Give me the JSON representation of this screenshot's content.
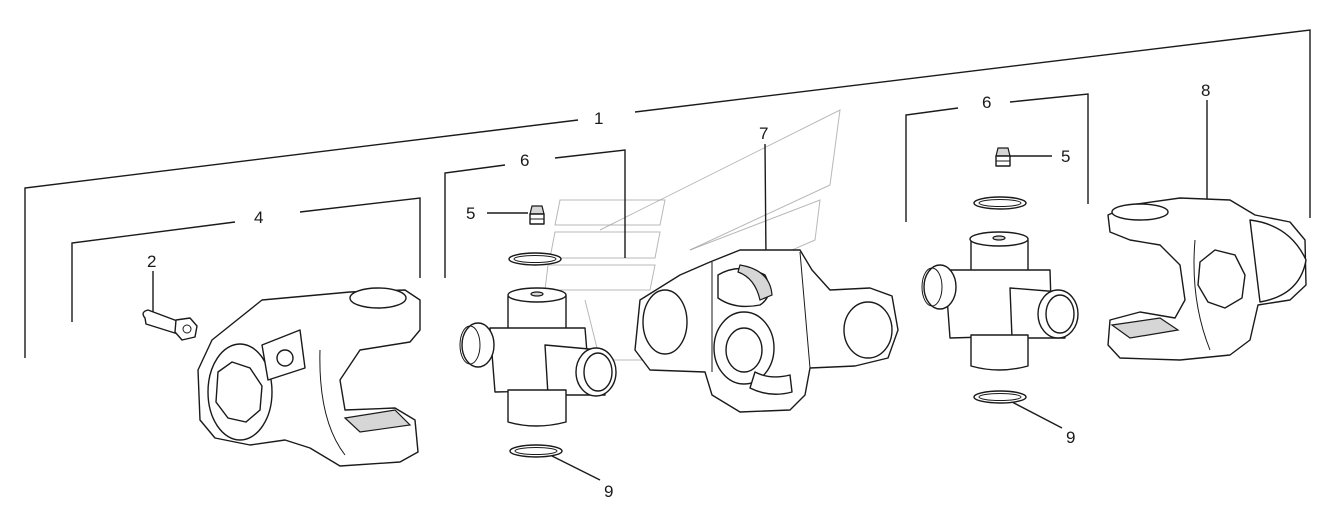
{
  "callouts": {
    "c1": "1",
    "c2": "2",
    "c4": "4",
    "c5a": "5",
    "c5b": "5",
    "c6a": "6",
    "c6b": "6",
    "c7": "7",
    "c8": "8",
    "c9a": "9",
    "c9b": "9"
  },
  "colors": {
    "line": "#1a1a1a",
    "background": "#ffffff",
    "watermark": "#9a9a9a"
  }
}
